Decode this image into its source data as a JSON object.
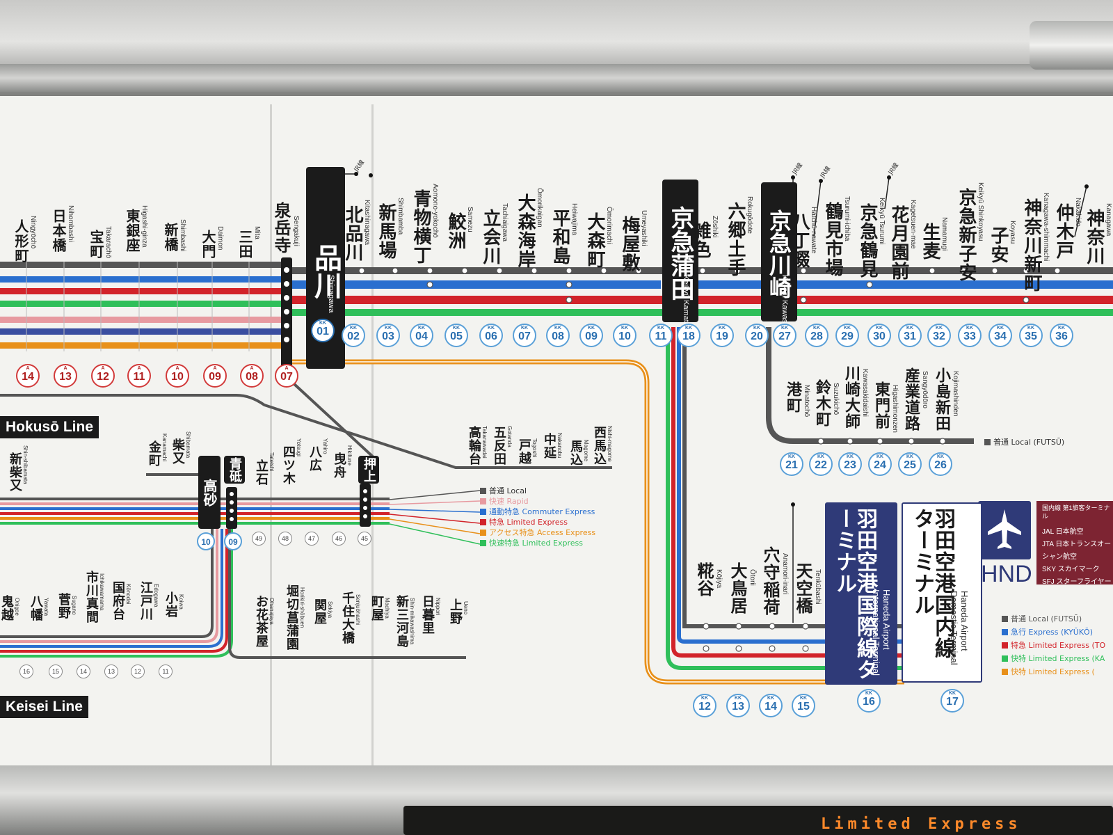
{
  "lines": {
    "hokuso": "Hokusō Line",
    "keisei": "Keisei Line"
  },
  "keikyu_main": [
    {
      "ja": "品川",
      "en": "Shinagawa",
      "code": "KK",
      "no": "01"
    },
    {
      "ja": "北品川",
      "en": "Kitashinagawa",
      "code": "KK",
      "no": "02"
    },
    {
      "ja": "新馬場",
      "en": "Shimbamba",
      "code": "KK",
      "no": "03"
    },
    {
      "ja": "青物横丁",
      "en": "Aomono-yokochō",
      "code": "KK",
      "no": "04"
    },
    {
      "ja": "鮫洲",
      "en": "Samezu",
      "code": "KK",
      "no": "05"
    },
    {
      "ja": "立会川",
      "en": "Tachiaigawa",
      "code": "KK",
      "no": "06"
    },
    {
      "ja": "大森海岸",
      "en": "Ōmorikaigan",
      "code": "KK",
      "no": "07"
    },
    {
      "ja": "平和島",
      "en": "Heiwajima",
      "code": "KK",
      "no": "08"
    },
    {
      "ja": "大森町",
      "en": "Ōmorimachi",
      "code": "KK",
      "no": "09"
    },
    {
      "ja": "梅屋敷",
      "en": "Umeyashiki",
      "code": "KK",
      "no": "10"
    },
    {
      "ja": "京急蒲田",
      "en": "Keikyū Kamata",
      "code": "KK",
      "no": "11"
    },
    {
      "ja": "雑色",
      "en": "Zōshiki",
      "code": "KK",
      "no": "18"
    },
    {
      "ja": "六郷土手",
      "en": "Rokugōdote",
      "code": "KK",
      "no": "19"
    },
    {
      "ja": "京急川崎",
      "en": "Keikyū Kawasaki",
      "code": "KK",
      "no": "20"
    },
    {
      "ja": "八丁畷",
      "en": "Hatchō-nawate",
      "code": "KK",
      "no": "27"
    },
    {
      "ja": "鶴見市場",
      "en": "Tsurumi-ichiba",
      "code": "KK",
      "no": "28"
    },
    {
      "ja": "京急鶴見",
      "en": "Keikyū Tsurumi",
      "code": "KK",
      "no": "29"
    },
    {
      "ja": "花月園前",
      "en": "Kagetsuen-mae",
      "code": "KK",
      "no": "30"
    },
    {
      "ja": "生麦",
      "en": "Namamugi",
      "code": "KK",
      "no": "31"
    },
    {
      "ja": "京急新子安",
      "en": "Keikyū Shinkoyasu",
      "code": "KK",
      "no": "32"
    },
    {
      "ja": "子安",
      "en": "Koyasu",
      "code": "KK",
      "no": "33"
    },
    {
      "ja": "神奈川新町",
      "en": "Kanagawa-shimmachi",
      "code": "KK",
      "no": "34"
    },
    {
      "ja": "仲木戸",
      "en": "Nakakido",
      "code": "KK",
      "no": "35"
    },
    {
      "ja": "神奈川",
      "en": "Kanagawa",
      "code": "KK",
      "no": "36"
    }
  ],
  "asakusa": [
    {
      "ja": "泉岳寺",
      "en": "Sengakuji",
      "no": "07"
    },
    {
      "ja": "三田",
      "en": "Mita",
      "no": "08"
    },
    {
      "ja": "大門",
      "en": "Daimon",
      "no": "09"
    },
    {
      "ja": "新橋",
      "en": "Shimbashi",
      "no": "10"
    },
    {
      "ja": "東銀座",
      "en": "Higashi-ginza",
      "no": "11"
    },
    {
      "ja": "宝町",
      "en": "Takarachō",
      "no": "12"
    },
    {
      "ja": "日本橋",
      "en": "Nihombashi",
      "no": "13"
    },
    {
      "ja": "人形町",
      "en": "Ningyōchō",
      "no": "14"
    }
  ],
  "daishi": [
    {
      "ja": "港町",
      "en": "Minatochō",
      "no": "21"
    },
    {
      "ja": "鈴木町",
      "en": "Suzukichō",
      "no": "22"
    },
    {
      "ja": "川崎大師",
      "en": "Kawasakidaishi",
      "no": "23"
    },
    {
      "ja": "東門前",
      "en": "Higashimonzen",
      "no": "24"
    },
    {
      "ja": "産業道路",
      "en": "Sangyōdōro",
      "no": "25"
    },
    {
      "ja": "小島新田",
      "en": "Kojimashinden",
      "no": "26"
    }
  ],
  "airport": [
    {
      "ja": "糀谷",
      "en": "Kōjiya",
      "no": "12"
    },
    {
      "ja": "大鳥居",
      "en": "Ōtorii",
      "no": "13"
    },
    {
      "ja": "穴守稲荷",
      "en": "Anamori-inari",
      "no": "14"
    },
    {
      "ja": "天空橋",
      "en": "Tenkūbashi",
      "no": "15"
    }
  ],
  "terminals": {
    "intl": {
      "ja": "羽田空港国際線ターミナル",
      "en": "Haneda Airport International Terminal",
      "no": "16"
    },
    "dom": {
      "ja": "羽田空港国内線ターミナル",
      "en": "Haneda Airport Domestic Terminal",
      "no": "17"
    },
    "hnd": "HND"
  },
  "keisei_upper": [
    {
      "ja": "新柴又",
      "en": "Shin-shibamata"
    },
    {
      "ja": "金町",
      "en": "Kanamachi"
    },
    {
      "ja": "柴又",
      "en": "Shibamata"
    },
    {
      "ja": "高砂",
      "en": "Takasago",
      "no": "10"
    },
    {
      "ja": "青砥",
      "en": "Aoto",
      "no": "09"
    },
    {
      "ja": "立石",
      "en": "Tateishi",
      "no": "49"
    },
    {
      "ja": "四ツ木",
      "en": "Yotsugi",
      "no": "48"
    },
    {
      "ja": "八広",
      "en": "Yahiro",
      "no": "47"
    },
    {
      "ja": "曳舟",
      "en": "Hikifune",
      "no": "46"
    },
    {
      "ja": "押上",
      "en": "Oshiage",
      "no": "45"
    }
  ],
  "keisei_lower": [
    {
      "ja": "鬼越",
      "en": "Onigoe",
      "no": "16"
    },
    {
      "ja": "八幡",
      "en": "Yawata",
      "no": "15"
    },
    {
      "ja": "菅野",
      "en": "Sugano",
      "no": "14"
    },
    {
      "ja": "市川真間",
      "en": "Ichikawamama",
      "no": "13"
    },
    {
      "ja": "国府台",
      "en": "Kōnodai",
      "no": "12"
    },
    {
      "ja": "江戸川",
      "en": "Edogawa",
      "no": "11"
    },
    {
      "ja": "小岩",
      "en": "Koiwa"
    },
    {
      "ja": "お花茶屋",
      "en": "Ohanajaya"
    },
    {
      "ja": "堀切菖蒲園",
      "en": "Horikiri-shōbuen"
    },
    {
      "ja": "関屋",
      "en": "Sekiya"
    },
    {
      "ja": "千住大橋",
      "en": "Senjuōhashi"
    },
    {
      "ja": "町屋",
      "en": "Machiya"
    },
    {
      "ja": "新三河島",
      "en": "Shin-mikawashima"
    },
    {
      "ja": "日暮里",
      "en": "Nippori"
    },
    {
      "ja": "上野",
      "en": "Ueno"
    }
  ],
  "asakusa_branch": [
    {
      "ja": "高輪台",
      "en": "Takanawadai"
    },
    {
      "ja": "五反田",
      "en": "Gotanda"
    },
    {
      "ja": "戸越",
      "en": "Togoshi"
    },
    {
      "ja": "中延",
      "en": "Nakanobu"
    },
    {
      "ja": "馬込",
      "en": "Magome"
    },
    {
      "ja": "西馬込",
      "en": "Nishi-magome"
    }
  ],
  "legend_left": [
    {
      "ja": "普通",
      "en": "Local",
      "color": "#555555"
    },
    {
      "ja": "快速",
      "en": "Rapid",
      "color": "#e79aa0"
    },
    {
      "ja": "通勤特急",
      "en": "Commuter Express",
      "color": "#2a6fcf"
    },
    {
      "ja": "特急",
      "en": "Limited Express",
      "color": "#d2232a"
    },
    {
      "ja": "アクセス特急",
      "en": "Access Express",
      "color": "#e8901a"
    },
    {
      "ja": "快速特急",
      "en": "Limited Express",
      "color": "#2fbf5a"
    }
  ],
  "legend_right": [
    {
      "ja": "普通",
      "en": "Local (FUTSŪ)",
      "color": "#555555"
    },
    {
      "ja": "急行",
      "en": "Express (KYŪKŌ)",
      "color": "#2a6fcf"
    },
    {
      "ja": "特急",
      "en": "Limited Express (TO",
      "color": "#d2232a"
    },
    {
      "ja": "快特",
      "en": "Limited Express (KA",
      "color": "#2fbf5a"
    },
    {
      "ja": "快特",
      "en": "Limited Express (",
      "color": "#e8901a"
    }
  ],
  "daishi_legend": "普通 Local (FUTSŪ)",
  "airlines": [
    "JAL 日本航空",
    "JTA 日本トランスオーシャン航空",
    "SKY スカイマーク",
    "SFJ スターフライヤー"
  ],
  "terminal1": "国内線 第1旅客ターミナル",
  "jr": "JR線",
  "colors": {
    "local": "#555555",
    "express": "#2a6fcf",
    "ltd": "#d2232a",
    "rapid": "#2fbf5a",
    "access": "#e8901a",
    "pink": "#e79aa0",
    "black": "#1b1b1b",
    "kk_blue": "#5aa0d8"
  },
  "led": "Limited Express"
}
